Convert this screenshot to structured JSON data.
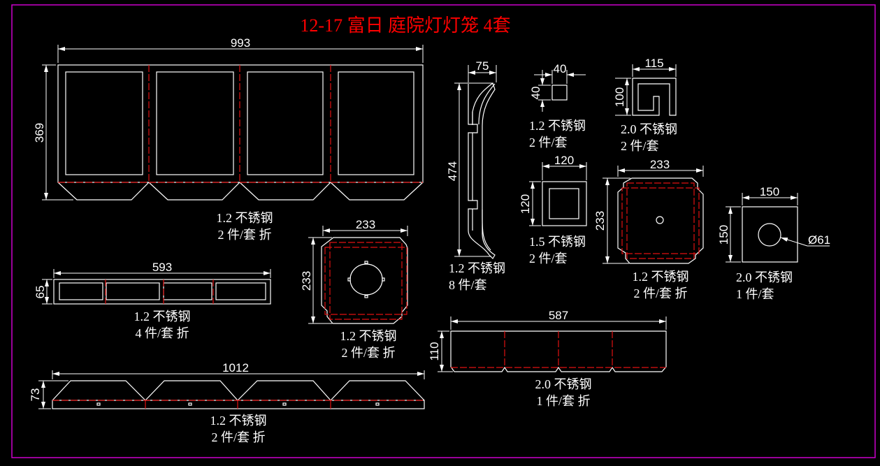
{
  "title": "12-17 富日 庭院灯灯笼 4套",
  "colors": {
    "background": "#000000",
    "frame": "#cc00cc",
    "line": "#ffffff",
    "fold_line": "#e01010",
    "title": "#ff0000"
  },
  "parts": [
    {
      "id": "side-panel",
      "dims": {
        "width": "993",
        "height": "369"
      },
      "material": "1.2 不锈钢",
      "qty": "2 件/套 折"
    },
    {
      "id": "strip-593",
      "dims": {
        "width": "593",
        "height": "65"
      },
      "material": "1.2 不锈钢",
      "qty": "4 件/套 折"
    },
    {
      "id": "square-plate-hole",
      "dims": {
        "width": "233",
        "height": "233"
      },
      "material": "1.2 不锈钢",
      "qty": "2 件/套 折"
    },
    {
      "id": "base-strip-1012",
      "dims": {
        "width": "1012",
        "height": "73"
      },
      "material": "1.2 不锈钢",
      "qty": "2 件/套 折"
    },
    {
      "id": "curved-rib",
      "dims": {
        "width": "75",
        "height": "474"
      },
      "material": "1.2 不锈钢",
      "qty": "8 件/套"
    },
    {
      "id": "small-square",
      "dims": {
        "width": "40",
        "height": "40"
      },
      "material": "1.2 不锈钢",
      "qty": "2 件/套"
    },
    {
      "id": "hook-bracket",
      "dims": {
        "width": "115",
        "height": "100"
      },
      "material": "2.0 不锈钢",
      "qty": "2 件/套"
    },
    {
      "id": "square-frame",
      "dims": {
        "width": "120",
        "height": "120"
      },
      "material": "1.5 不锈钢",
      "qty": "2 件/套"
    },
    {
      "id": "square-plate-center",
      "dims": {
        "width": "233",
        "height": "233"
      },
      "material": "1.2 不锈钢",
      "qty": "2 件/套 折"
    },
    {
      "id": "plate-150",
      "dims": {
        "width": "150",
        "height": "150",
        "hole": "Ø61"
      },
      "material": "2.0 不锈钢",
      "qty": "1 件/套"
    },
    {
      "id": "strip-587",
      "dims": {
        "width": "587",
        "height": "110"
      },
      "material": "2.0 不锈钢",
      "qty": "1 件/套 折"
    }
  ]
}
